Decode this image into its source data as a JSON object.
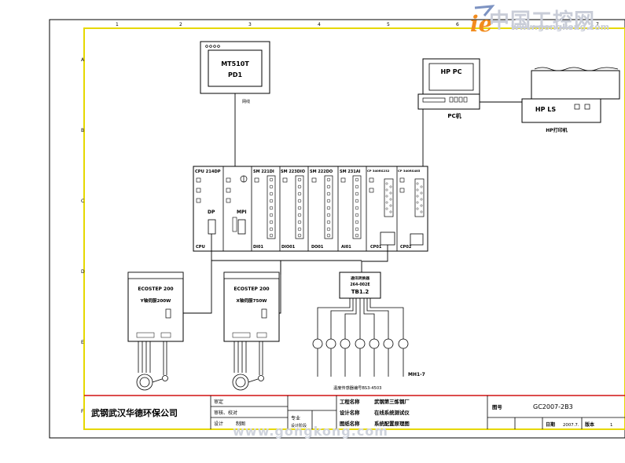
{
  "watermark": {
    "logo_text": "ie",
    "site_name": "中国工控网",
    "url_top": "www.gongkong.com",
    "url_bottom": "www.gongkong.com"
  },
  "grid": {
    "columns": [
      "1",
      "2",
      "3",
      "4",
      "5",
      "6",
      "7"
    ],
    "rows": [
      "A",
      "B",
      "C",
      "D",
      "E",
      "F"
    ]
  },
  "operator_panel": {
    "line1": "MT510T",
    "line2": "PD1",
    "cable_label": "网线"
  },
  "pc": {
    "screen": "HP PC",
    "label": "PC机"
  },
  "printer": {
    "name": "HP LS",
    "label": "HP打印机"
  },
  "plc": {
    "cpu_model": "CPU 214DP",
    "dp_label": "DP",
    "mpi_label": "MPI",
    "cpu_label": "CPU",
    "modules": [
      {
        "model": "SM 221DI",
        "label": "DI01"
      },
      {
        "model": "SM 223DIO",
        "label": "DIO01"
      },
      {
        "model": "SM 222DO",
        "label": "DO01"
      },
      {
        "model": "SM 231AI",
        "label": "AI01"
      },
      {
        "model": "CP 340RS232",
        "label": "CP01"
      },
      {
        "model": "CP 340RS485",
        "label": "CP02"
      }
    ]
  },
  "drives": [
    {
      "title": "ECOSTEP 200",
      "axis": "Y轴伺服200W"
    },
    {
      "title": "ECOSTEP 200",
      "axis": "X轴伺服750W"
    }
  ],
  "junction_box": {
    "line1": "通讯转换器",
    "line2": "264-002E",
    "line3": "TB1.2"
  },
  "sensor_group_label": "MH1-7",
  "sensor_caption": "温度传感器编号BS3-4503",
  "title_block": {
    "company": "武钢武汉华德环保公司",
    "roles": [
      "审定",
      "审核、校对",
      "设计",
      "制图"
    ],
    "professional": "专业",
    "design_stage": "设计阶段",
    "project_name_label": "工程名称",
    "project_name": "武钢第三炼钢厂",
    "design_name_label": "设计名称",
    "design_name": "在线系统测试仪",
    "drawing_name_label": "图纸名称",
    "drawing_name": "系统配置原理图",
    "drawing_no_label": "图号",
    "drawing_no": "GC2007-2B3",
    "date_label": "日期",
    "date": "2007.7.",
    "version_label": "版本",
    "version": "1"
  }
}
